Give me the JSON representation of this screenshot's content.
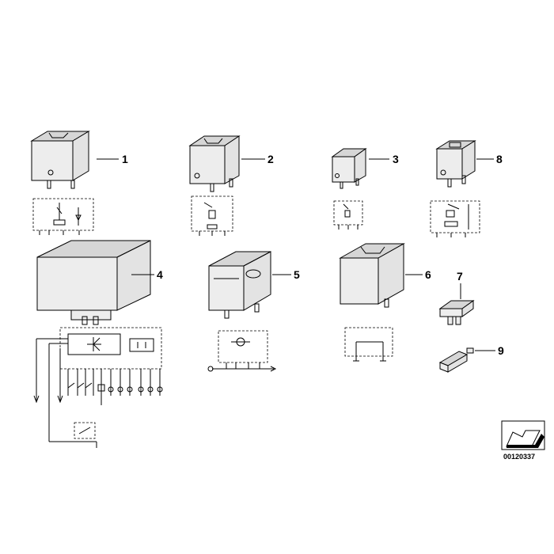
{
  "parts": [
    {
      "label": "1"
    },
    {
      "label": "2"
    },
    {
      "label": "3"
    },
    {
      "label": "8"
    },
    {
      "label": "4"
    },
    {
      "label": "5"
    },
    {
      "label": "6"
    },
    {
      "label": "7"
    },
    {
      "label": "9"
    }
  ],
  "diagram_code": "00120337",
  "icon": "direction-arrow-icon"
}
